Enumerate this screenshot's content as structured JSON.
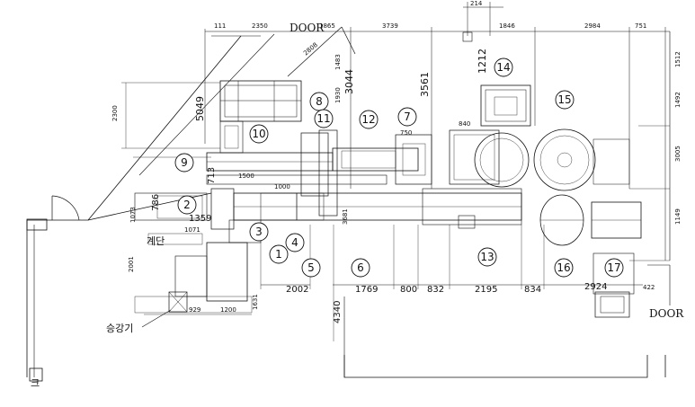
{
  "labels": {
    "door_top": "DOOR",
    "door_right": "DOOR",
    "lift": "승강기",
    "stairs": "계단",
    "corner_mark": "크"
  },
  "stations": [
    "1",
    "2",
    "3",
    "4",
    "5",
    "6",
    "7",
    "8",
    "9",
    "10",
    "11",
    "12",
    "13",
    "14",
    "15",
    "16",
    "17"
  ],
  "dims": {
    "top_row": [
      "111",
      "2350",
      "1865",
      "3739",
      "1846",
      "2984",
      "751"
    ],
    "top_214": "214",
    "d_2808": "2808",
    "d_1483": "1483",
    "d_3044": "3044",
    "d_3561": "3561",
    "d_1212": "1212",
    "d_2300": "2300",
    "d_5049": "5049",
    "d_1930": "1930",
    "d_840": "840",
    "d_750": "750",
    "d_1512": "1512",
    "d_1492": "1492",
    "d_3005": "3005",
    "d_1149": "1149",
    "d_713": "713",
    "d_786": "786",
    "d_1359": "1359",
    "d_1073": "1073",
    "d_1071": "1071",
    "d_2001": "2001",
    "d_929": "929",
    "d_1200": "1200",
    "d_1631": "1631",
    "d_2002": "2002",
    "d_1769": "1769",
    "d_800": "800",
    "d_832": "832",
    "d_2195": "2195",
    "d_834": "834",
    "d_2924": "2924",
    "d_422": "422",
    "d_4340": "4340",
    "d_3681": "3681",
    "d_1000": "1000",
    "d_1500": "1500"
  }
}
